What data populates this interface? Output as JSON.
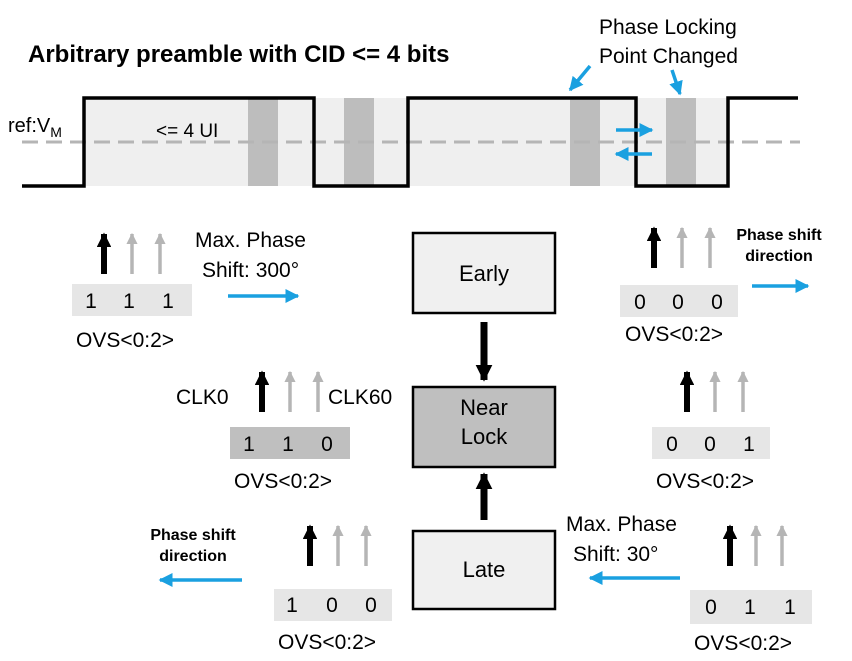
{
  "title": "Arbitrary preamble with CID <= 4 bits",
  "ref_label": "ref:V",
  "ref_subscript": "M",
  "ui_label": "<= 4 UI",
  "callout": [
    "Phase Locking",
    "Point Changed"
  ],
  "states": {
    "early": "Early",
    "near_lock": [
      "Near",
      "Lock"
    ],
    "late": "Late"
  },
  "clocks": {
    "clk0": "CLK0",
    "clk60": "CLK60"
  },
  "ovs_label": "OVS<0:2>",
  "groups": {
    "top_left": {
      "bits": [
        "1",
        "1",
        "1"
      ],
      "note": [
        "Max. Phase",
        "Shift: 300°"
      ]
    },
    "top_right": {
      "bits": [
        "0",
        "0",
        "0"
      ],
      "note": [
        "Phase shift",
        "direction"
      ]
    },
    "mid_left": {
      "bits": [
        "1",
        "1",
        "0"
      ]
    },
    "mid_right": {
      "bits": [
        "0",
        "0",
        "1"
      ]
    },
    "bottom_left": {
      "bits": [
        "1",
        "0",
        "0"
      ],
      "note": [
        "Phase shift",
        "direction"
      ]
    },
    "bottom_right": {
      "bits": [
        "0",
        "1",
        "1"
      ],
      "note": [
        "Max. Phase",
        "Shift: 30°"
      ]
    }
  },
  "colors": {
    "blue_arrow": "#1aa0e0",
    "light_band": "#efefef",
    "dark_band": "#bdbdbd",
    "state_box": "#f0f0f0",
    "near_lock_box": "#bfbfbf",
    "bits_box": "#e6e6e6",
    "grey_arrow": "#b5b5b5"
  }
}
